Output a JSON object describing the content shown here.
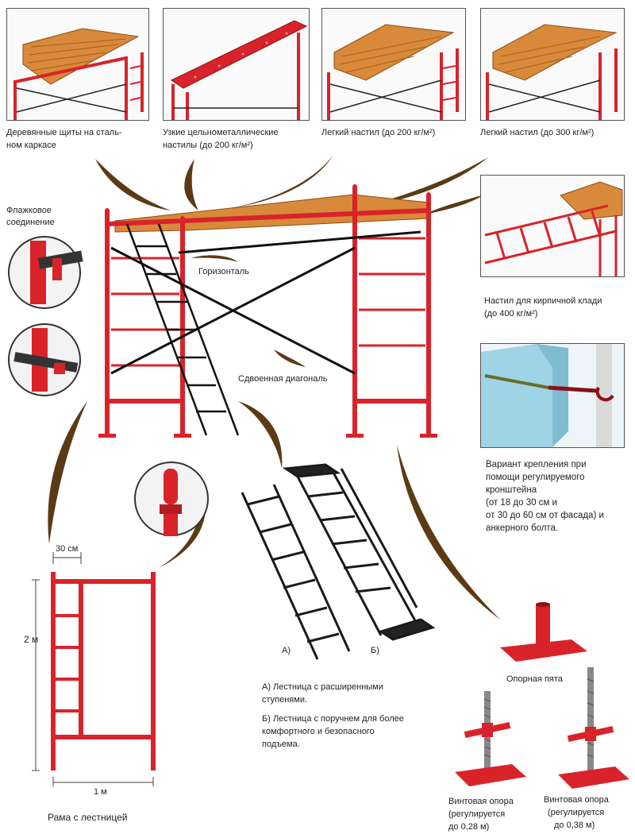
{
  "colors": {
    "frame_red": "#d8232a",
    "deck_wood": "#d9893a",
    "brown": "#5b3a14",
    "steel_dark": "#2b2b2b",
    "wall_blue": "#9fd4e6"
  },
  "labels": {
    "wood_deck": "Деревянные щиты  на сталь-",
    "wood_deck_2": "ном каркасе",
    "narrow_steel": "Узкие цельнометаллические",
    "narrow_steel_2": "настилы (до 200 кг/м²)",
    "light_200": "Легкий настил (до 200 кг/м²)",
    "light_300": "Легкий настил (до 300 кг/м²)",
    "flag_1": "Флажковое",
    "flag_2": "соединение",
    "horizontal": "Горизонталь",
    "brick_1": "Настил для кирпичной клади",
    "brick_2": "(до 400 кг/м²)",
    "double_diag": "Сдвоенная диагональ",
    "bracket_1": "Вариант крепления при",
    "bracket_2": "помощи регулируемого",
    "bracket_3": "кронштейна",
    "bracket_4": "(от 18 до 30 см и",
    "bracket_5": "от 30 до 60 см от фасада) и",
    "bracket_6": "анкерного болта.",
    "dim_30": "30 см",
    "dim_2m": "2 м",
    "dim_1m": "1 м",
    "frame_ladder": "Рама с лестницей",
    "ladder_a": "А)",
    "ladder_b": "Б)",
    "note_a_1": "А) Лестница с расширенными",
    "note_a_2": "ступенями.",
    "note_b_1": "Б) Лестница с поручнем для более",
    "note_b_2": "комфортного и безопасного",
    "note_b_3": "подъема.",
    "base_plate": "Опорная пята",
    "screw_1_1": "Винтовая опора",
    "screw_1_2": "(регулируется",
    "screw_1_3": "до 0,28 м)",
    "screw_2_1": "Винтовая опора",
    "screw_2_2": "(регулируется",
    "screw_2_3": "до 0,38 м)"
  }
}
